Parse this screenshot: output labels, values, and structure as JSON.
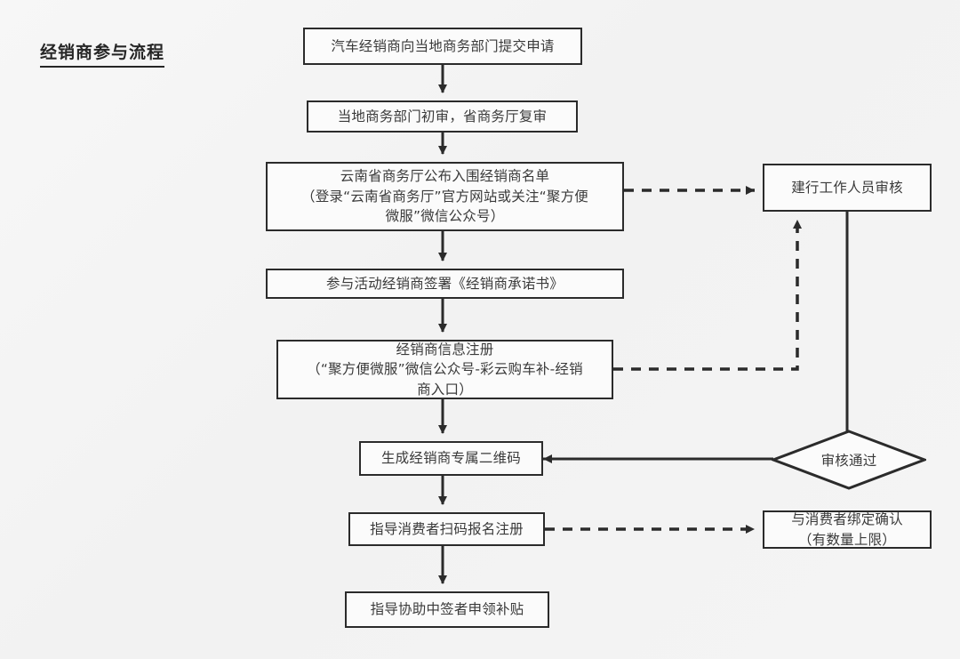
{
  "diagram": {
    "title": "经销商参与流程",
    "background_color": "#f4f4f4",
    "line_color": "#2b2b2b",
    "box_fill": "#fbfbfb",
    "nodes": [
      {
        "id": "n1",
        "shape": "rect",
        "label": "汽车经销商向当地商务部门提交申请"
      },
      {
        "id": "n2",
        "shape": "rect",
        "label": "当地商务部门初审，省商务厅复审"
      },
      {
        "id": "n3",
        "shape": "rect",
        "label": "云南省商务厅公布入围经销商名单\n（登录“云南省商务厅”官方网站或关注“聚方便\n微服”微信公众号）"
      },
      {
        "id": "n4",
        "shape": "rect",
        "label": "参与活动经销商签署《经销商承诺书》"
      },
      {
        "id": "n5",
        "shape": "rect",
        "label": "经销商信息注册\n（“聚方便微服”微信公众号-彩云购车补-经销\n商入口）"
      },
      {
        "id": "n6",
        "shape": "rect",
        "label": "生成经销商专属二维码"
      },
      {
        "id": "n7",
        "shape": "rect",
        "label": "指导消费者扫码报名注册"
      },
      {
        "id": "n8",
        "shape": "rect",
        "label": "指导协助中签者申领补贴"
      },
      {
        "id": "r1",
        "shape": "rect",
        "label": "建行工作人员审核"
      },
      {
        "id": "d1",
        "shape": "diamond",
        "label": "审核通过"
      },
      {
        "id": "r2",
        "shape": "rect",
        "label": "与消费者绑定确认\n（有数量上限）"
      }
    ],
    "edges": [
      {
        "from": "n1",
        "to": "n2",
        "style": "solid",
        "arrow": true
      },
      {
        "from": "n2",
        "to": "n3",
        "style": "solid",
        "arrow": true
      },
      {
        "from": "n3",
        "to": "n4",
        "style": "solid",
        "arrow": true
      },
      {
        "from": "n4",
        "to": "n5",
        "style": "solid",
        "arrow": true
      },
      {
        "from": "n5",
        "to": "n6",
        "style": "solid",
        "arrow": true
      },
      {
        "from": "n6",
        "to": "n7",
        "style": "solid",
        "arrow": true
      },
      {
        "from": "n7",
        "to": "n8",
        "style": "solid",
        "arrow": true
      },
      {
        "from": "n3",
        "to": "r1",
        "style": "dashed",
        "arrow": true
      },
      {
        "from": "n5",
        "to": "r1",
        "style": "dashed",
        "arrow": true
      },
      {
        "from": "r1",
        "to": "d1",
        "style": "solid",
        "arrow": true
      },
      {
        "from": "d1",
        "to": "n6",
        "style": "solid",
        "arrow": true
      },
      {
        "from": "n7",
        "to": "r2",
        "style": "dashed",
        "arrow": true
      }
    ]
  }
}
